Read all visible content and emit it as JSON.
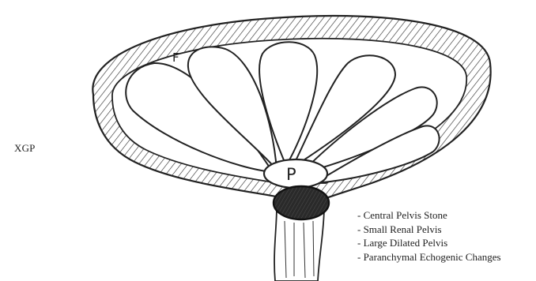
{
  "diagram": {
    "side_label": "XGP",
    "part_labels": {
      "fibrosis": "F",
      "pelvis": "P"
    },
    "legend_items": [
      "- Central Pelvis Stone",
      "- Small Renal Pelvis",
      "- Large Dilated Pelvis",
      "- Paranchymal Echogenic Changes"
    ],
    "colors": {
      "ink": "#222222",
      "background": "#ffffff"
    }
  }
}
